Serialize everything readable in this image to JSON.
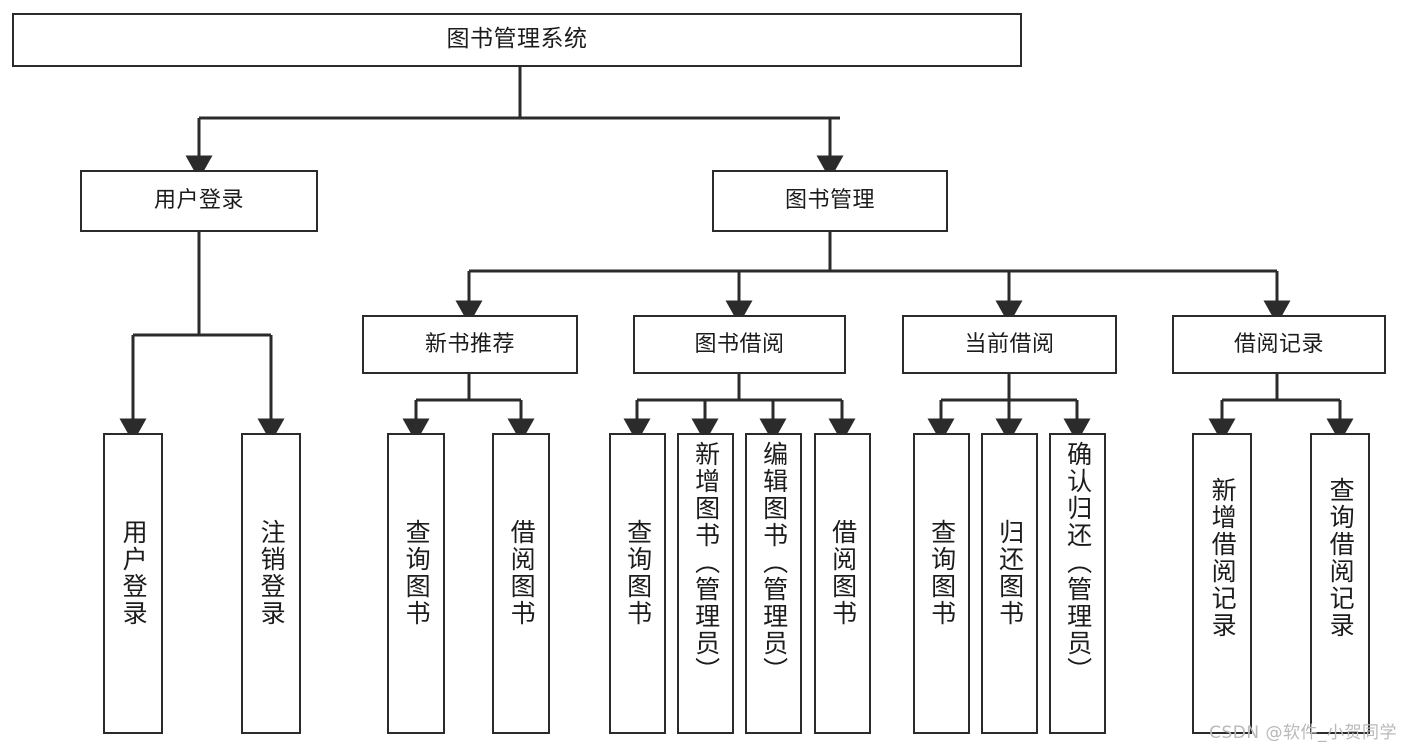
{
  "diagram": {
    "type": "tree-hierarchy-chart",
    "title": "图书管理系统",
    "line_color": "#2b2b2b",
    "box_fill": "#ffffff",
    "text_color": "#1c1c1c",
    "root": {
      "label": "图书管理系统",
      "orientation": "horizontal"
    },
    "level2": [
      {
        "label": "用户登录",
        "orientation": "horizontal"
      },
      {
        "label": "图书管理",
        "orientation": "horizontal"
      }
    ],
    "level3": [
      {
        "label": "新书推荐",
        "orientation": "horizontal"
      },
      {
        "label": "图书借阅",
        "orientation": "horizontal"
      },
      {
        "label": "当前借阅",
        "orientation": "horizontal"
      },
      {
        "label": "借阅记录",
        "orientation": "horizontal"
      }
    ],
    "leaves": {
      "user_login": [
        {
          "label": "用户登录",
          "orientation": "vertical"
        },
        {
          "label": "注销登录",
          "orientation": "vertical"
        }
      ],
      "new_book_recommend": [
        {
          "label": "查询图书",
          "orientation": "vertical"
        },
        {
          "label": "借阅图书",
          "orientation": "vertical"
        }
      ],
      "book_borrow": [
        {
          "label": "查询图书",
          "orientation": "vertical"
        },
        {
          "label": "新增图书（管理员）",
          "orientation": "vertical"
        },
        {
          "label": "编辑图书（管理员）",
          "orientation": "vertical"
        },
        {
          "label": "借阅图书",
          "orientation": "vertical"
        }
      ],
      "current_borrow": [
        {
          "label": "查询图书",
          "orientation": "vertical"
        },
        {
          "label": "归还图书",
          "orientation": "vertical"
        },
        {
          "label": "确认归还（管理员）",
          "orientation": "vertical"
        }
      ],
      "borrow_record": [
        {
          "label": "新增借阅记录",
          "orientation": "vertical"
        },
        {
          "label": "查询借阅记录",
          "orientation": "vertical"
        }
      ]
    }
  },
  "watermark": {
    "text": "CSDN @软件_小贺同学"
  }
}
